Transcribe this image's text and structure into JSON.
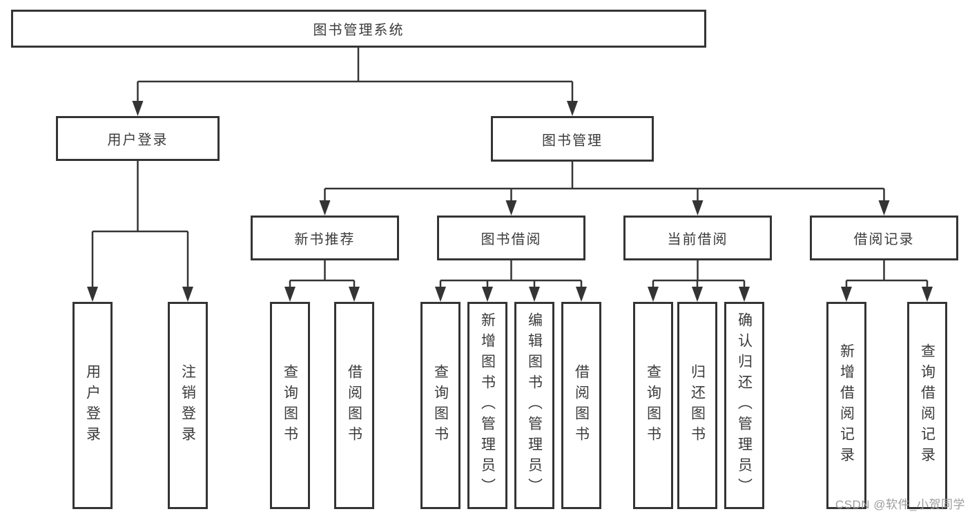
{
  "diagram_title": "图书管理系统",
  "colors": {
    "line": "#343434",
    "text": "#3b3b3b",
    "box-bg": "#ffffff",
    "bg": "#ffffff",
    "watermark": "#9c9c9c"
  },
  "nodes": {
    "root": {
      "label": "图书管理系统"
    },
    "user_login": {
      "label": "用户登录"
    },
    "book_mgmt": {
      "label": "图书管理"
    },
    "new_book_rec": {
      "label": "新书推荐"
    },
    "book_borrow": {
      "label": "图书借阅"
    },
    "current_borrow": {
      "label": "当前借阅"
    },
    "borrow_record": {
      "label": "借阅记录"
    },
    "leaf_user_login": {
      "label": "用户登录"
    },
    "leaf_logout": {
      "label": "注销登录"
    },
    "leaf_rec_query": {
      "label": "查询图书"
    },
    "leaf_rec_borrow": {
      "label": "借阅图书"
    },
    "leaf_bb_query": {
      "label": "查询图书"
    },
    "leaf_bb_add": {
      "label": "新增图书（管理员）"
    },
    "leaf_bb_edit": {
      "label": "编辑图书（管理员）"
    },
    "leaf_bb_borrow": {
      "label": "借阅图书"
    },
    "leaf_cb_query": {
      "label": "查询图书"
    },
    "leaf_cb_return": {
      "label": "归还图书"
    },
    "leaf_cb_confirm": {
      "label": "确认归还（管理员）"
    },
    "leaf_br_add": {
      "label": "新增借阅记录"
    },
    "leaf_br_query": {
      "label": "查询借阅记录"
    }
  },
  "hierarchy": {
    "图书管理系统": {
      "用户登录": [
        "用户登录",
        "注销登录"
      ],
      "图书管理": {
        "新书推荐": [
          "查询图书",
          "借阅图书"
        ],
        "图书借阅": [
          "查询图书",
          "新增图书（管理员）",
          "编辑图书（管理员）",
          "借阅图书"
        ],
        "当前借阅": [
          "查询图书",
          "归还图书",
          "确认归还（管理员）"
        ],
        "借阅记录": [
          "新增借阅记录",
          "查询借阅记录"
        ]
      }
    }
  },
  "watermark": "CSDN @软件_小贺同学"
}
